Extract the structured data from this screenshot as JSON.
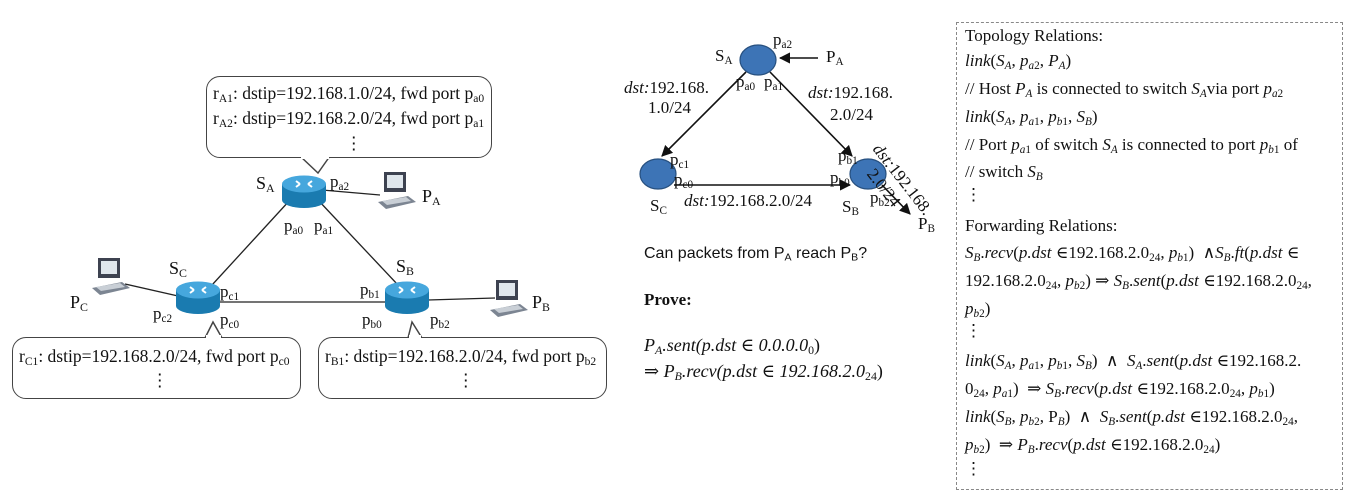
{
  "left_diagram": {
    "switch_a": {
      "main": "S",
      "sub": "A"
    },
    "switch_b": {
      "main": "S",
      "sub": "B"
    },
    "switch_c": {
      "main": "S",
      "sub": "C"
    },
    "host_a": {
      "main": "P",
      "sub": "A"
    },
    "host_b": {
      "main": "P",
      "sub": "B"
    },
    "host_c": {
      "main": "P",
      "sub": "C"
    },
    "ports": {
      "pa0": {
        "main": "p",
        "sub": "a0"
      },
      "pa1": {
        "main": "p",
        "sub": "a1"
      },
      "pa2": {
        "main": "p",
        "sub": "a2"
      },
      "pb0": {
        "main": "p",
        "sub": "b0"
      },
      "pb1": {
        "main": "p",
        "sub": "b1"
      },
      "pb2": {
        "main": "p",
        "sub": "b2"
      },
      "pc0": {
        "main": "p",
        "sub": "c0"
      },
      "pc1": {
        "main": "p",
        "sub": "c1"
      },
      "pc2": {
        "main": "p",
        "sub": "c2"
      }
    },
    "rules_a": [
      {
        "name": "r",
        "sub": "A1",
        "text": ": dstip=192.168.1.0/24, fwd port p",
        "port": "a0"
      },
      {
        "name": "r",
        "sub": "A2",
        "text": ": dstip=192.168.2.0/24, fwd port p",
        "port": "a1"
      }
    ],
    "rules_c": [
      {
        "name": "r",
        "sub": "C1",
        "text": ": dstip=192.168.2.0/24, fwd port p",
        "port": "c0"
      }
    ],
    "rules_b": [
      {
        "name": "r",
        "sub": "B1",
        "text": ": dstip=192.168.2.0/24, fwd port p",
        "port": "b2"
      }
    ],
    "ellipsis": "⋮"
  },
  "middle_diagram": {
    "switch_a": {
      "main": "S",
      "sub": "A"
    },
    "switch_b": {
      "main": "S",
      "sub": "B"
    },
    "switch_c": {
      "main": "S",
      "sub": "C"
    },
    "host_a": {
      "main": "P",
      "sub": "A"
    },
    "host_b": {
      "main": "P",
      "sub": "B"
    },
    "ports": {
      "pa0": {
        "main": "p",
        "sub": "a0"
      },
      "pa1": {
        "main": "p",
        "sub": "a1"
      },
      "pa2": {
        "main": "p",
        "sub": "a2"
      },
      "pb0": {
        "main": "p",
        "sub": "b0"
      },
      "pb1": {
        "main": "p",
        "sub": "b1"
      },
      "pb2": {
        "main": "p",
        "sub": "b2"
      },
      "pc0": {
        "main": "p",
        "sub": "c0"
      },
      "pc1": {
        "main": "p",
        "sub": "c1"
      }
    },
    "edge_ac": {
      "prefix": "dst:",
      "line1": "192.168.",
      "line2": "1.0/24"
    },
    "edge_ab": {
      "prefix": "dst:",
      "line1": "192.168.",
      "line2": "2.0/24"
    },
    "edge_cb": {
      "prefix": "dst:",
      "value": "192.168.2.0/24"
    },
    "edge_b_out": {
      "prefix": "dst:",
      "line1": "192.168.",
      "line2": "2.0/24"
    },
    "question": {
      "text": "Can packets from P",
      "sub1": "A",
      "mid": " reach P",
      "sub2": "B",
      "end": "?"
    },
    "prove_label": "Prove:",
    "formula_line1": {
      "host": "P",
      "host_sub": "A",
      "rest": ".sent(p.dst ∈ 0.0.0.0",
      "mask": "0",
      "close": ")"
    },
    "formula_line2": {
      "arrow": "⇒ ",
      "host": "P",
      "host_sub": "B",
      "rest": ".recv(p.dst ∈ 192.168.2.0",
      "mask": "24",
      "close": ")"
    }
  },
  "relations_panel": {
    "topology_title": "Topology Relations:",
    "forwarding_title": "Forwarding Relations:",
    "ellipsis": "⋮"
  }
}
